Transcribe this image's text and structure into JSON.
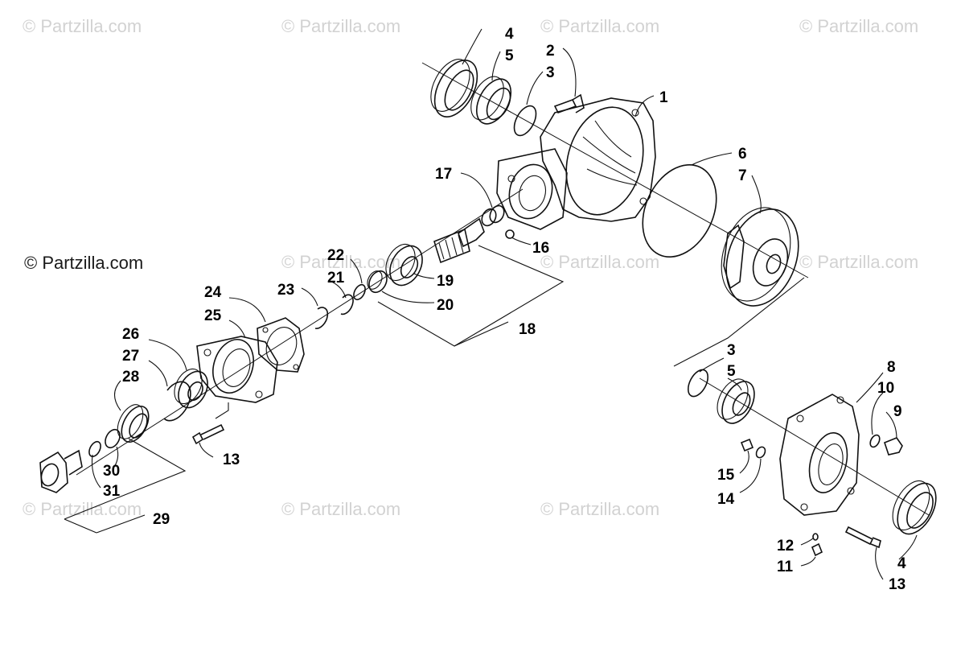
{
  "watermarks": [
    "© Partzilla.com",
    "© Partzilla.com",
    "© Partzilla.com",
    "© Partzilla.com",
    "© Partzilla.com",
    "© Partzilla.com",
    "© Partzilla.com",
    "© Partzilla.com",
    "© Partzilla.com",
    "© Partzilla.com"
  ],
  "corner_watermark": "© Partzilla.com",
  "callouts": {
    "c1": "1",
    "c2": "2",
    "c3a": "3",
    "c3b": "3",
    "c4a": "4",
    "c4b": "4",
    "c5a": "5",
    "c5b": "5",
    "c6": "6",
    "c7": "7",
    "c8": "8",
    "c9": "9",
    "c10": "10",
    "c11": "11",
    "c12": "12",
    "c13a": "13",
    "c13b": "13",
    "c14": "14",
    "c15": "15",
    "c16": "16",
    "c17": "17",
    "c18": "18",
    "c19": "19",
    "c20": "20",
    "c21": "21",
    "c22": "22",
    "c23": "23",
    "c24": "24",
    "c25": "25",
    "c26": "26",
    "c27": "27",
    "c28": "28",
    "c29": "29",
    "c30": "30",
    "c31": "31"
  },
  "colors": {
    "ink": "#111111",
    "watermark": "#d2d2d2"
  }
}
